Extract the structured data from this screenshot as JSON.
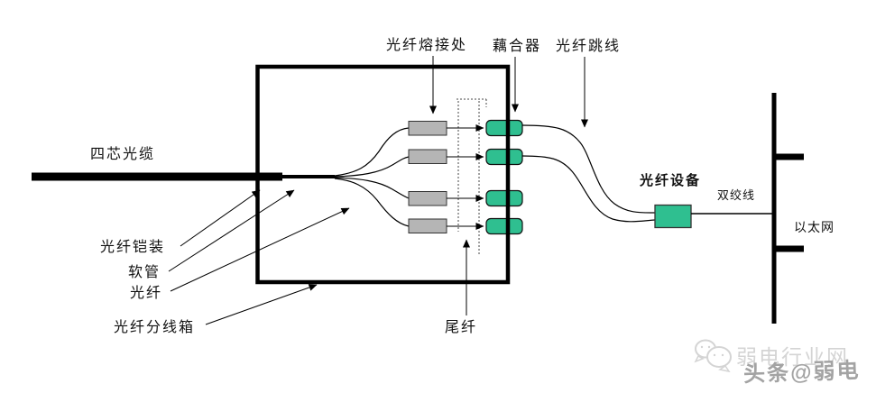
{
  "diagram": {
    "labels": {
      "cable": "四芯光缆",
      "splice": "光纤熔接处",
      "coupler": "藕合器",
      "jumper": "光纤跳线",
      "armor": "光纤铠装",
      "tube": "软管",
      "fiber": "光纤",
      "distribution_box": "光纤分线箱",
      "pigtail": "尾纤",
      "device": "光纤设备",
      "twisted_pair": "双绞线",
      "ethernet": "以太网"
    },
    "colors": {
      "coupler_green": "#2fbf90",
      "splice_gray": "#b5b5b5",
      "line_black": "#000000",
      "watermark_light": "#d4d4d4",
      "watermark_dark": "#a3a3a3"
    }
  },
  "watermark": {
    "site": "弱电行业网",
    "credit": "头条@弱电"
  }
}
